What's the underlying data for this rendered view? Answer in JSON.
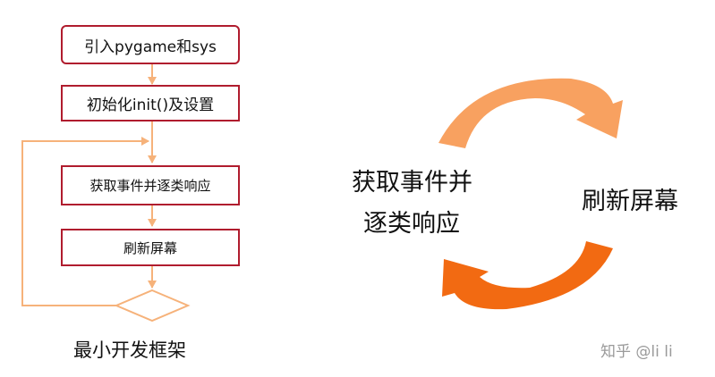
{
  "flowchart": {
    "steps": [
      "引入pygame和sys",
      "初始化init()及设置",
      "获取事件并逐类响应",
      "刷新屏幕"
    ],
    "decision_label": "",
    "caption": "最小开发框架"
  },
  "cycle": {
    "left_line1": "获取事件并",
    "left_line2": "逐类响应",
    "right_label": "刷新屏幕"
  },
  "watermark": "知乎 @li li",
  "colors": {
    "box_border": "#b01c2e",
    "connector": "#f6b27a",
    "arrow_top": "#f8a160",
    "arrow_bottom": "#f26a12"
  }
}
